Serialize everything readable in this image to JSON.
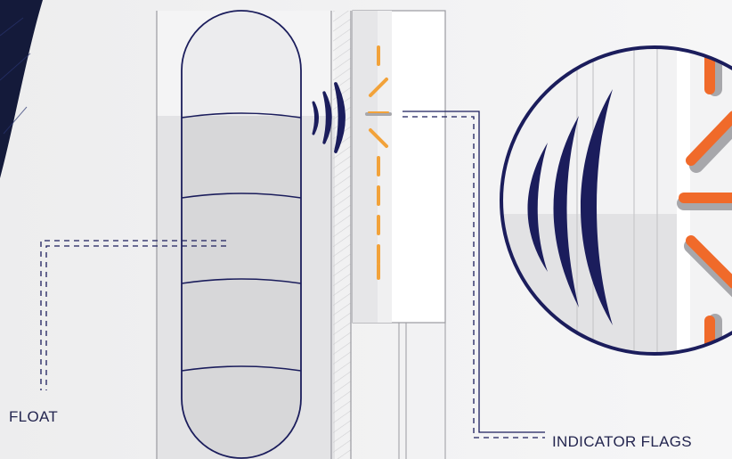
{
  "labels": {
    "float": "FLOAT",
    "indicator_flags": "INDICATOR FLAGS"
  },
  "colors": {
    "background": "#f2f2f2",
    "navy": "#1b1d5c",
    "flag_orange": "#f06a2a",
    "flag_amber": "#f2a23a",
    "flag_shadow": "#a7a7ab",
    "float_fill": "#d8d8da",
    "liquid": "#e4e4e6"
  },
  "icons": {
    "signal": "magnetic-signal-arcs-icon",
    "magnifier": "magnified-detail-circle"
  }
}
